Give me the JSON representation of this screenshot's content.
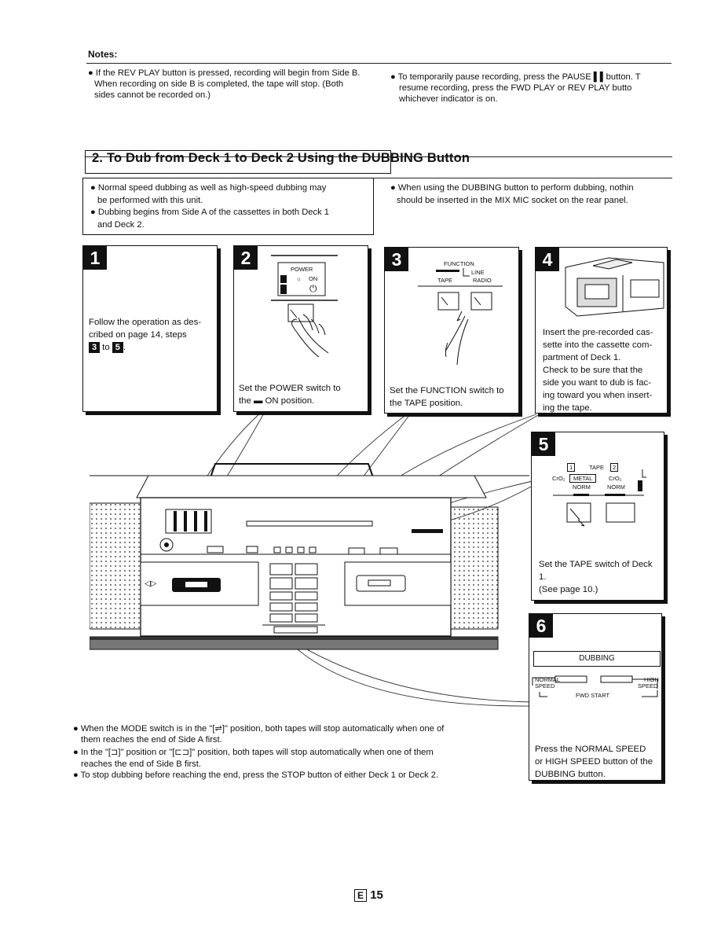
{
  "notes": {
    "title": "Notes:",
    "left_line1": "● If the REV PLAY button is pressed, recording will begin from Side B.",
    "left_line2": "When recording on side B is completed, the tape will stop. (Both",
    "left_line3": "sides cannot be recorded on.)",
    "right_line1": "● To temporarily pause recording, press the PAUSE ▌▌button. T",
    "right_line2": "resume recording, press the FWD PLAY or REV PLAY butto",
    "right_line3": "whichever indicator is on."
  },
  "section": {
    "title": "2. To Dub from Deck 1 to Deck 2 Using the DUBBING Button"
  },
  "intro": {
    "left_1": "● Normal speed dubbing as well as high-speed dubbing may",
    "left_2": "be performed with this unit.",
    "left_3": "● Dubbing begins from Side A of the cassettes in both Deck 1",
    "left_4": "and Deck 2.",
    "right_1": "● When using the DUBBING button to perform dubbing, nothin",
    "right_2": "should be inserted in the MIX MIC socket on the rear panel."
  },
  "steps": {
    "s1": {
      "num": "1",
      "line1": "Follow the operation as des-",
      "line2": "cribed on page 14, steps",
      "ref_a": "3",
      "to": "to",
      "ref_b": "5",
      "dot": "."
    },
    "s2": {
      "num": "2",
      "line1": "Set the POWER switch to",
      "line2": "the ▬ ON position.",
      "label_power": "POWER",
      "label_on": "ON",
      "label_sun": "☼"
    },
    "s3": {
      "num": "3",
      "line1": "Set the FUNCTION switch to",
      "line2": "the TAPE position.",
      "label_function": "FUNCTION",
      "label_line": "LINE",
      "label_tape": "TAPE",
      "label_radio": "RADIO"
    },
    "s4": {
      "num": "4",
      "line1": "Insert the pre-recorded cas-",
      "line2": "sette into the cassette com-",
      "line3": "partment of Deck 1.",
      "line4": "Check to be sure that the",
      "line5": "side you want to dub is fac-",
      "line6": "ing toward you when insert-",
      "line7": "ing the tape."
    },
    "s5": {
      "num": "5",
      "line1": "Set the TAPE switch of Deck",
      "line2": "1.",
      "line3": "(See page 10.)",
      "label_1": "1",
      "label_tape": "TAPE",
      "label_2": "2",
      "label_cro2a": "CrO₂",
      "label_metal": "METAL",
      "label_cro2b": "CrO₂",
      "label_norm1": "NORM",
      "label_norm2": "NORM"
    },
    "s6": {
      "num": "6",
      "line1": "Press the NORMAL SPEED",
      "line2": "or HIGH SPEED button of the",
      "line3": "DUBBING button.",
      "label_dubbing": "DUBBING",
      "label_normal": "NORMAL",
      "label_speed1": "SPEED",
      "label_high": "HIGH",
      "label_speed2": "SPEED",
      "label_fwd": "FWD START"
    }
  },
  "bottom_notes": {
    "l1": "● When the MODE switch is in the \"[⇌]\" position, both tapes will stop automatically when one of",
    "l2": "them reaches the end of Side A first.",
    "l3": "● In the \"[⊐]\" position or \"[⊏⊐]\" position, both tapes will stop automatically when one of them",
    "l4": "reaches the end of Side B first.",
    "l5": "● To stop dubbing before reaching the end, press the STOP button of either Deck 1 or Deck 2."
  },
  "footer": {
    "letter": "E",
    "page": "15"
  }
}
